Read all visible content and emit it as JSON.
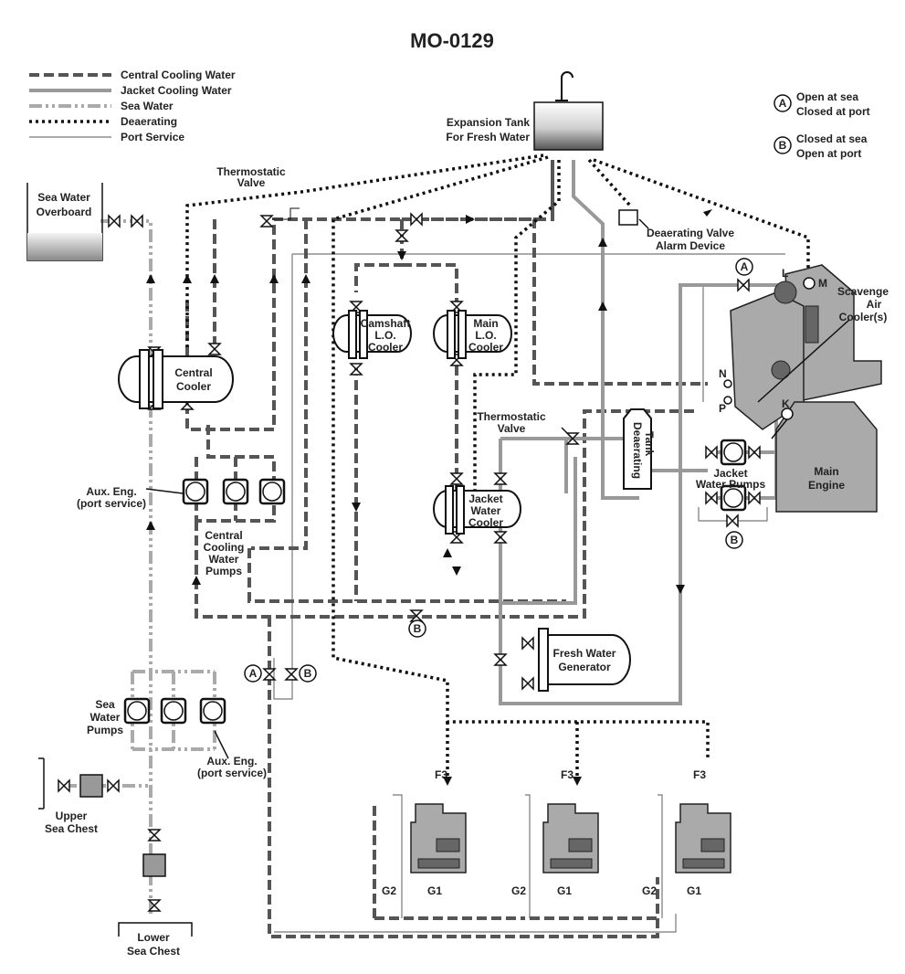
{
  "title": "MO-0129",
  "legend": {
    "central": "Central Cooling Water",
    "jacket": "Jacket Cooling Water",
    "sea": "Sea Water",
    "deaerating": "Deaerating",
    "port": "Port Service"
  },
  "notes": {
    "a_symbol": "A",
    "a_line1": "Open at sea",
    "a_line2": "Closed at port",
    "b_symbol": "B",
    "b_line1": "Closed at sea",
    "b_line2": "Open at port"
  },
  "labels": {
    "expansion_tank_1": "Expansion Tank",
    "expansion_tank_2": "For Fresh Water",
    "sea_overboard_1": "Sea Water",
    "sea_overboard_2": "Overboard",
    "thermo_valve_top_1": "Thermostatic",
    "thermo_valve_top_2": "Valve",
    "deaerating_alarm_1": "Deaerating Valve",
    "deaerating_alarm_2": "Alarm Device",
    "scavenge_1": "Scavenge",
    "scavenge_2": "Air",
    "scavenge_3": "Cooler(s)",
    "central_cooler_1": "Central",
    "central_cooler_2": "Cooler",
    "camshaft_1": "Camshaft",
    "camshaft_2": "L.O.",
    "camshaft_3": "Cooler",
    "main_lo_1": "Main",
    "main_lo_2": "L.O.",
    "main_lo_3": "Cooler",
    "thermo_valve_mid_1": "Thermostatic",
    "thermo_valve_mid_2": "Valve",
    "deaerating_tank_1": "Deaerating",
    "deaerating_tank_2": "Tank",
    "jacket_pumps_1": "Jacket",
    "jacket_pumps_2": "Water Pumps",
    "main_engine_1": "Main",
    "main_engine_2": "Engine",
    "aux_eng_left_1": "Aux. Eng.",
    "aux_eng_left_2": "(port service)",
    "ccw_pumps_1": "Central",
    "ccw_pumps_2": "Cooling",
    "ccw_pumps_3": "Water",
    "ccw_pumps_4": "Pumps",
    "jw_cooler_1": "Jacket",
    "jw_cooler_2": "Water",
    "jw_cooler_3": "Cooler",
    "fw_gen_1": "Fresh Water",
    "fw_gen_2": "Generator",
    "sw_pumps_1": "Sea",
    "sw_pumps_2": "Water",
    "sw_pumps_3": "Pumps",
    "aux_eng_bottom_1": "Aux. Eng.",
    "aux_eng_bottom_2": "(port service)",
    "upper_chest_1": "Upper",
    "upper_chest_2": "Sea Chest",
    "lower_chest_1": "Lower",
    "lower_chest_2": "Sea Chest",
    "pt_L": "L",
    "pt_M": "M",
    "pt_N": "N",
    "pt_P": "P",
    "pt_K": "K",
    "sym_A": "A",
    "sym_B": "B",
    "f3": "F3",
    "g1": "G1",
    "g2": "G2"
  }
}
